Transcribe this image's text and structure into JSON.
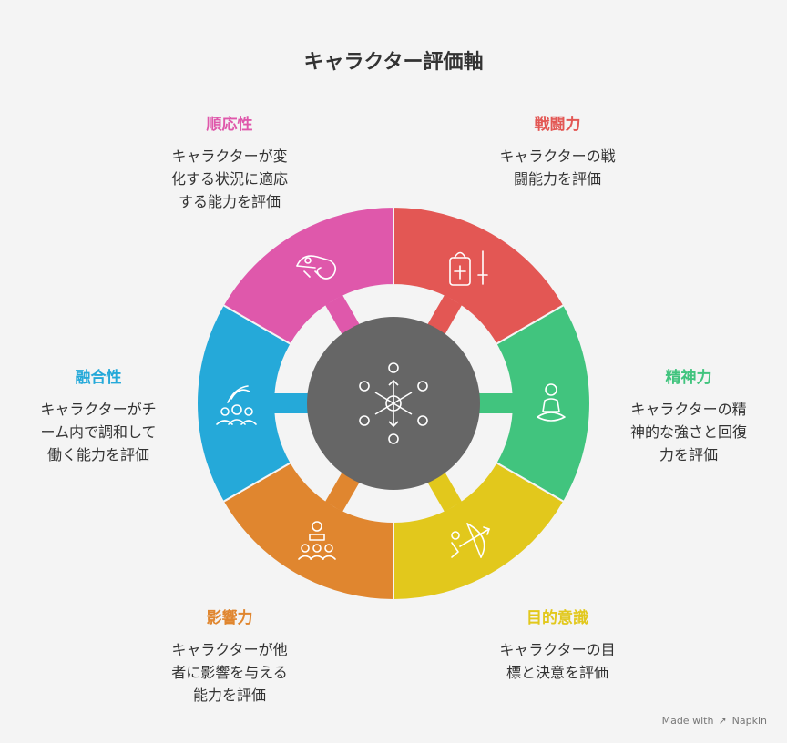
{
  "title": "キャラクター評価軸",
  "colors": {
    "battle": "#e35754",
    "spirit": "#41c47e",
    "purpose": "#e2c81c",
    "influence": "#e0862f",
    "fusion": "#25a9d9",
    "adapt": "#df58ab",
    "center": "#666666"
  },
  "segments": [
    {
      "key": "battle",
      "title": "戦闘力",
      "desc": [
        "キャラクターの戦",
        "闘能力を評価"
      ],
      "icon": "knight-icon",
      "title_color": "#e35754"
    },
    {
      "key": "spirit",
      "title": "精神力",
      "desc": [
        "キャラクターの精",
        "神的な強さと回復",
        "力を評価"
      ],
      "icon": "meditation-icon",
      "title_color": "#41c47e"
    },
    {
      "key": "purpose",
      "title": "目的意識",
      "desc": [
        "キャラクターの目",
        "標と決意を評価"
      ],
      "icon": "archer-icon",
      "title_color": "#e2c81c"
    },
    {
      "key": "influence",
      "title": "影響力",
      "desc": [
        "キャラクターが他",
        "者に影響を与える",
        "能力を評価"
      ],
      "icon": "audience-icon",
      "title_color": "#e0862f"
    },
    {
      "key": "fusion",
      "title": "融合性",
      "desc": [
        "キャラクターがチ",
        "ーム内で調和して",
        "働く能力を評価"
      ],
      "icon": "team-icon",
      "title_color": "#25a9d9"
    },
    {
      "key": "adapt",
      "title": "順応性",
      "desc": [
        "キャラクターが変",
        "化する状況に適応",
        "する能力を評価"
      ],
      "icon": "chameleon-icon",
      "title_color": "#df58ab"
    }
  ],
  "center_icon": "hub-network-icon",
  "footer": {
    "prefix": "Made with",
    "brand": "Napkin"
  }
}
